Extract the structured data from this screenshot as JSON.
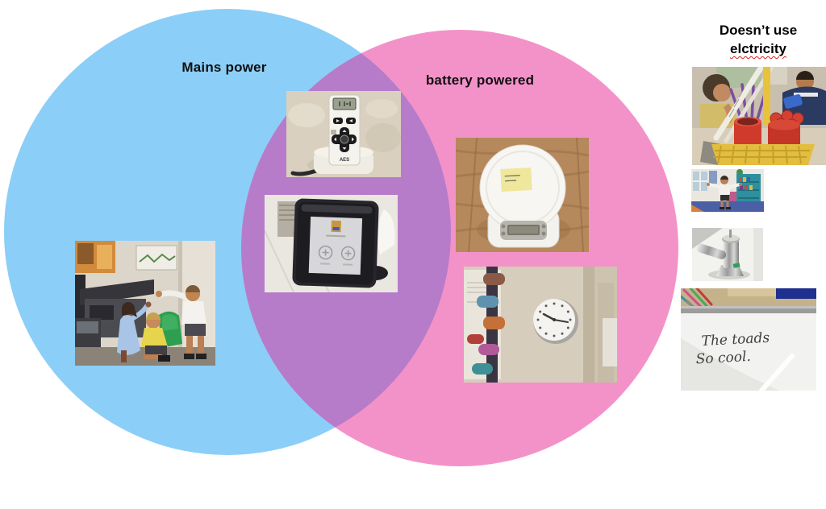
{
  "diagram": {
    "mains_label": "Mains power",
    "battery_label": "battery powered",
    "no_electricity_line1": "Doesn’t use",
    "no_electricity_line2": "elctricity",
    "colors": {
      "background": "#FFFFFF",
      "mains_circle": "#8BCEF8",
      "battery_circle": "#F392C8",
      "overlap": "#B67CC9",
      "label_text": "#101010",
      "spellcheck_underline": "#E02020"
    }
  },
  "photos": {
    "mains_only": [
      {
        "id": "children-at-photocopier",
        "description": "three children posing beside a classroom photocopier"
      }
    ],
    "both_power": [
      {
        "id": "wall-timer-remote",
        "description": "white timer remote in wall charging dock",
        "device_logo": "AES"
      },
      {
        "id": "sign-in-tablet-kiosk",
        "description": "black touchscreen sign-in tablet with two circular buttons"
      }
    ],
    "battery_only": [
      {
        "id": "kitchen-scale",
        "description": "white kitchen scale with yellow sticky note on wooden table"
      },
      {
        "id": "wall-clock",
        "description": "round analogue wall clock reading about 10:15"
      }
    ],
    "no_electricity": [
      {
        "id": "pen-pot",
        "description": "caddy of pens and glue sticks on a classroom table"
      },
      {
        "id": "child-arms-out",
        "description": "child standing with arms outstretched in classroom"
      },
      {
        "id": "water-tap",
        "description": "chrome lever water tap on white sink"
      },
      {
        "id": "whiteboard",
        "description": "whiteboard with handwriting",
        "text_line1": "The toads",
        "text_line2": "So cool."
      }
    ]
  }
}
